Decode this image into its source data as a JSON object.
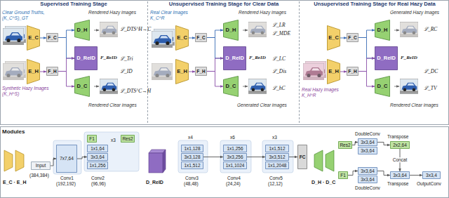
{
  "diagram": {
    "nodes": [
      {
        "text": [
          "E_C"
        ]
      },
      {
        "text": [
          "E_H"
        ]
      },
      {
        "text": [
          "F_C"
        ]
      },
      {
        "text": [
          "F_H"
        ]
      },
      {
        "text": [
          "D_H"
        ]
      },
      {
        "text": [
          "D_ReID"
        ]
      },
      {
        "text": [
          "D_C"
        ]
      },
      {
        "text": [
          "E_C"
        ]
      },
      {
        "text": [
          "E_H"
        ]
      },
      {
        "text": [
          "F_C"
        ]
      },
      {
        "text": [
          "F_H"
        ]
      },
      {
        "text": [
          "D_H"
        ]
      },
      {
        "text": [
          "D_ReID"
        ]
      },
      {
        "text": [
          "D_C"
        ]
      },
      {
        "text": [
          "E_C"
        ]
      },
      {
        "text": [
          "E_H"
        ]
      },
      {
        "text": [
          "F_C"
        ]
      },
      {
        "text": [
          "F_H"
        ]
      },
      {
        "text": [
          "D_H"
        ]
      },
      {
        "text": [
          "D_ReID"
        ]
      },
      {
        "text": [
          "D_C"
        ]
      },
      {
        "text": [
          "Input"
        ]
      },
      {
        "text": [
          "7x7,64"
        ]
      },
      {
        "text": [
          "F1"
        ]
      },
      {
        "text": [
          "1x1,64"
        ]
      },
      {
        "text": [
          "3x3,64"
        ]
      },
      {
        "text": [
          "1x1,256"
        ]
      },
      {
        "text": [
          "Res2"
        ]
      },
      {
        "text": [
          "1x1,128"
        ]
      },
      {
        "text": [
          "3x3,128"
        ]
      },
      {
        "text": [
          "1x1,512"
        ]
      },
      {
        "text": [
          "1x1,256"
        ]
      },
      {
        "text": [
          "3x3,256"
        ]
      },
      {
        "text": [
          "1x1,1024"
        ]
      },
      {
        "text": [
          "1x1,512"
        ]
      },
      {
        "text": [
          "3x3,512"
        ]
      },
      {
        "text": [
          "1x1,2048"
        ]
      },
      {
        "text": [
          "FC"
        ]
      },
      {
        "text": [
          "Res2"
        ]
      },
      {
        "text": [
          "3x3,64"
        ]
      },
      {
        "text": [
          "3x3,64"
        ]
      },
      {
        "text": [
          "2x2,64"
        ]
      },
      {
        "text": [
          "F1"
        ]
      },
      {
        "text": [
          "3x3,64"
        ]
      },
      {
        "text": [
          "3x3,64"
        ]
      },
      {
        "text": [
          "3x3,64"
        ]
      },
      {
        "text": [
          "3x3,4"
        ]
      }
    ],
    "edges": [
      {
        "from": 0,
        "to": 2,
        "arrow": "to"
      },
      {
        "from": 1,
        "to": 3,
        "arrow": "to"
      },
      {
        "from": 2,
        "to": 4,
        "arrow": "to"
      },
      {
        "from": 2,
        "to": 5,
        "arrow": "to"
      },
      {
        "from": 3,
        "to": 5,
        "arrow": "to"
      },
      {
        "from": 3,
        "to": 6,
        "arrow": "to"
      },
      {
        "from": 7,
        "to": 9,
        "arrow": "to"
      },
      {
        "from": 8,
        "to": 10,
        "arrow": "to"
      },
      {
        "from": 9,
        "to": 11,
        "arrow": "to"
      },
      {
        "from": 9,
        "to": 12,
        "arrow": "to"
      },
      {
        "from": 10,
        "to": 12,
        "arrow": "to"
      },
      {
        "from": 10,
        "to": 13,
        "arrow": "to"
      },
      {
        "from": 14,
        "to": 16,
        "arrow": "to"
      },
      {
        "from": 15,
        "to": 17,
        "arrow": "to"
      },
      {
        "from": 16,
        "to": 18,
        "arrow": "to"
      },
      {
        "from": 16,
        "to": 19,
        "arrow": "to"
      },
      {
        "from": 17,
        "to": 19,
        "arrow": "to"
      },
      {
        "from": 17,
        "to": 20,
        "arrow": "to"
      },
      {
        "from": 21,
        "to": 22,
        "arrow": "to"
      },
      {
        "from": 22,
        "to": 25,
        "arrow": "to"
      },
      {
        "from": 29,
        "to": 32,
        "arrow": "to"
      },
      {
        "from": 32,
        "to": 35,
        "arrow": "to"
      },
      {
        "from": 35,
        "to": 37,
        "arrow": "to"
      },
      {
        "from": 38,
        "to": 39,
        "arrow": "to"
      },
      {
        "from": 39,
        "to": 41,
        "arrow": "to"
      },
      {
        "from": 41,
        "to": 45,
        "label": "Concat",
        "arrow": "to"
      },
      {
        "from": 42,
        "to": 43,
        "arrow": "to"
      },
      {
        "from": 43,
        "to": 45,
        "arrow": "to"
      },
      {
        "from": 45,
        "to": 46,
        "arrow": "to"
      }
    ],
    "labels": [
      "Supervised Training Stage",
      "Unsupervised Training Stage for Clear Data",
      "Unsupervised Training Stage for Real Hazy Data",
      "Clear Ground Truths,",
      "(K_C^S)_GT",
      "Synthetic Hazy Images",
      "(K_H^S)",
      "Rendered Hazy images",
      "ℒ_DTS^H→C",
      "F_ReID",
      "ℒ_Tri",
      "ℒ_ID",
      "ℒ_DTS^C→H",
      "Rendered Clear images",
      "Real Clear Images",
      "K_C^R",
      "Rendered Hazy images",
      "ℒ_LR",
      "ℒ_MDE",
      "F_ReID",
      "ℒ_LC",
      "ℒ_Dis",
      "ℒ_hC",
      "Generated Clear images",
      "Generated Hazy images",
      "ℒ_RC",
      "F_ReID",
      "ℒ_DC",
      "ℒ_TV",
      "Rendered Clear images",
      "Real Hazy images",
      "K_H^R",
      "Modules",
      "E_C · E_H",
      "(384,384)",
      "Conv1",
      "(192,192)",
      "x3",
      "Conv2",
      "(96,96)",
      "D_ReID",
      "x4",
      "Conv3",
      "(48,48)",
      "x6",
      "Conv4",
      "(24,24)",
      "x3",
      "Conv5",
      "(12,12)",
      "D_H · D_C",
      "DoubleConv",
      "Transpose",
      "DoubleConv",
      "Transpose",
      "OutputConv"
    ]
  }
}
